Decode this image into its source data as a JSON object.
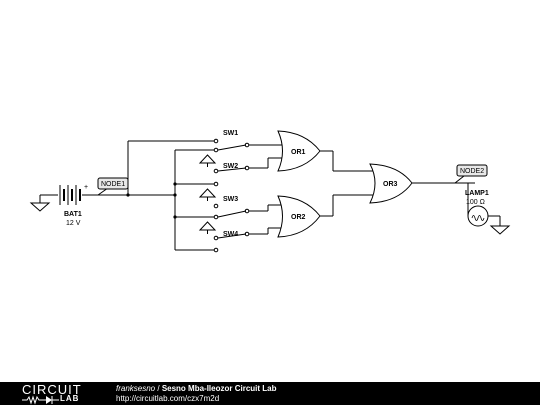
{
  "components": {
    "battery": {
      "name": "BAT1",
      "value": "12 V",
      "plus": "+"
    },
    "node1": {
      "name": "NODE1"
    },
    "node2": {
      "name": "NODE2"
    },
    "switches": [
      {
        "name": "SW1"
      },
      {
        "name": "SW2"
      },
      {
        "name": "SW3"
      },
      {
        "name": "SW4"
      }
    ],
    "gates": [
      {
        "name": "OR1"
      },
      {
        "name": "OR2"
      },
      {
        "name": "OR3"
      }
    ],
    "lamp": {
      "name": "LAMP1",
      "value": "100 Ω"
    }
  },
  "footer": {
    "logo_top": "CIRCUIT",
    "logo_bottom": "LAB",
    "author": "franksesno",
    "separator": " / ",
    "title": "Sesno Mba-Ileozor Circuit Lab",
    "url": "http://circuitlab.com/czx7m2d"
  },
  "colors": {
    "footer_bg": "#000000",
    "line": "#000000",
    "node_fill": "#e8e8e8"
  }
}
